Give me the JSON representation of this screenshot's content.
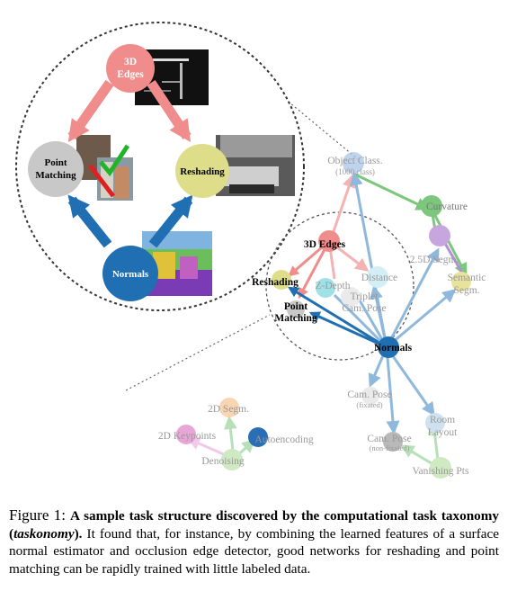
{
  "figure": {
    "zoom": {
      "edges_3d": "3D\nEdges",
      "point_matching": "Point\nMatching",
      "reshading": "Reshading",
      "normals": "Normals"
    },
    "nodes": {
      "object_class": "Object Class.",
      "object_class_sub": "(1000 class)",
      "curvature": "Curvature",
      "edges_3d": "3D Edges",
      "segm_25d": "2.5D Segm.",
      "reshading": "Reshading",
      "z_depth": "Z-Depth",
      "distance": "Distance",
      "semantic_segm": "Semantic\nSegm.",
      "point_matching": "Point\nMatching",
      "triplet_cam_pose": "Triplet\nCam. Pose",
      "normals": "Normals",
      "cam_pose_fixated": "Cam. Pose",
      "cam_pose_fixated_sub": "(fixated)",
      "room_layout": "Room\nLayout",
      "segm_2d": "2D Segm.",
      "keypoints_2d": "2D Keypoints",
      "autoencoding": "Autoencoding",
      "cam_pose_nonfixated": "Cam. Pose",
      "cam_pose_nonfixated_sub": "(non-fixated)",
      "denoising": "Denoising",
      "vanishing_pts": "Vanishing Pts"
    },
    "colors": {
      "red": "#f08c8c",
      "blue": "#1f6fb2",
      "green": "#7cc77c",
      "yellow": "#dede8a",
      "gray": "#c8c8c8",
      "pink": "#e8a6d6",
      "orange": "#f7c79a",
      "lightblue": "#a9cbe8",
      "purple": "#c7a6e0",
      "check": "#21b32b",
      "cross": "#e02020"
    }
  },
  "caption": {
    "label": "Figure 1:",
    "bold": "A sample task structure discovered by the computational task taxonomy (",
    "bold_italic": "taskonomy",
    "bold_end": ").",
    "rest": " It found that, for instance, by combining the learned features of a surface normal estimator and occlusion edge detector, good networks for reshading and point matching can be rapidly trained with little labeled data."
  }
}
